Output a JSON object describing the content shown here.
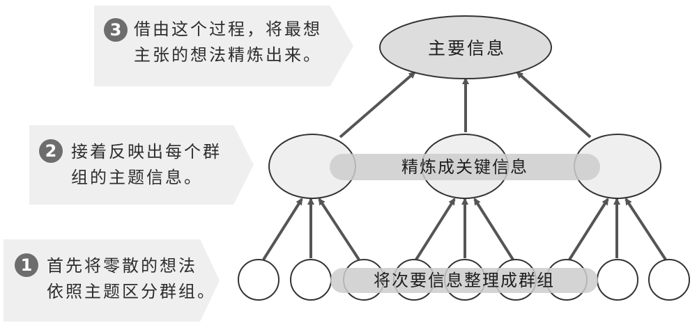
{
  "steps": [
    {
      "num": "3",
      "lines": [
        "借由这个过程，将最想",
        "主张的想法精炼出来。"
      ]
    },
    {
      "num": "2",
      "lines": [
        "接着反映出每个群",
        "组的主题信息。"
      ]
    },
    {
      "num": "1",
      "lines": [
        "首先将零散的想法",
        "依照主题区分群组。"
      ]
    }
  ],
  "diagram": {
    "top_label": "主要信息",
    "middle_label": "精炼成关键信息",
    "bottom_label": "将次要信息整理成群组"
  }
}
